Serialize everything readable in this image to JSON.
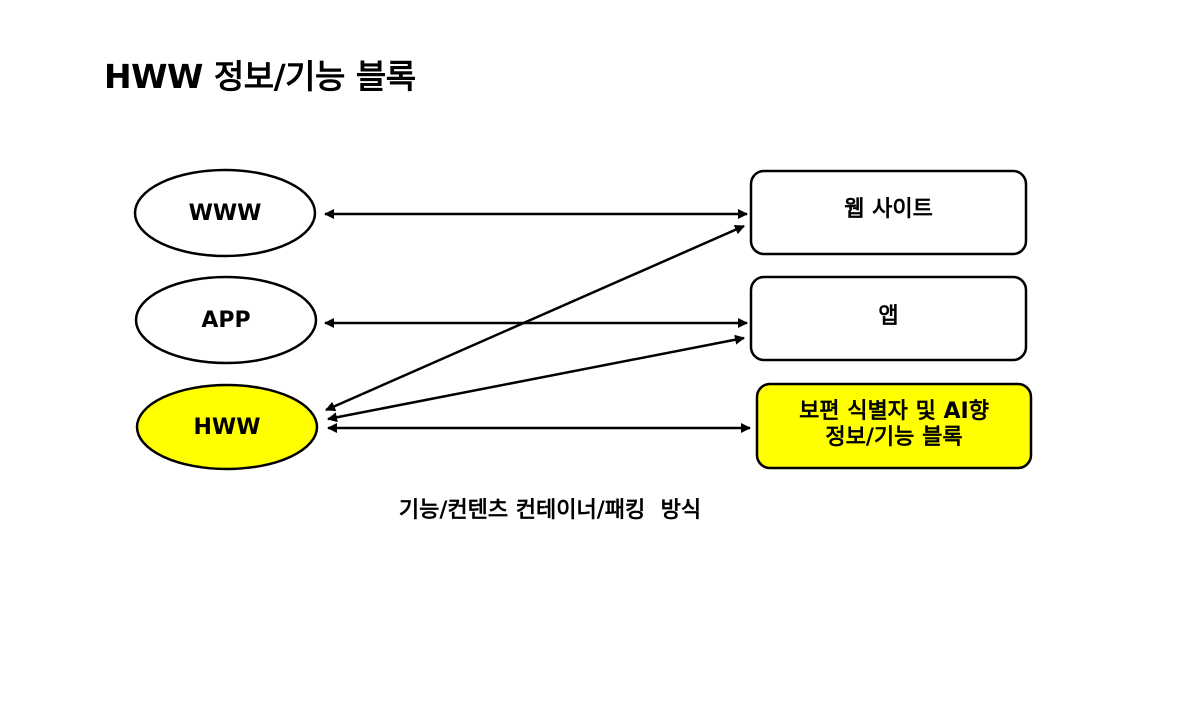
{
  "title": "HWW 정보/기능 블록",
  "colors": {
    "highlight": "#ffff00",
    "stroke": "#000000",
    "background": "#ffffff"
  },
  "left_nodes": [
    {
      "id": "www",
      "label": "WWW",
      "shape": "ellipse",
      "fill": "#ffffff"
    },
    {
      "id": "app",
      "label": "APP",
      "shape": "ellipse",
      "fill": "#ffffff"
    },
    {
      "id": "hww",
      "label": "HWW",
      "shape": "ellipse",
      "fill": "#ffff00"
    }
  ],
  "right_nodes": [
    {
      "id": "website",
      "label": "웹 사이트",
      "shape": "rounded-rect",
      "fill": "#ffffff"
    },
    {
      "id": "app-kr",
      "label": "앱",
      "shape": "rounded-rect",
      "fill": "#ffffff"
    },
    {
      "id": "universal",
      "label_line1": "보편 식별자 및 AI향",
      "label_line2": "정보/기능 블록",
      "shape": "rounded-rect",
      "fill": "#ffff00"
    }
  ],
  "connections": [
    {
      "from": "www",
      "to": "website",
      "direction": "both"
    },
    {
      "from": "app",
      "to": "app-kr",
      "direction": "both"
    },
    {
      "from": "hww",
      "to": "website",
      "direction": "both"
    },
    {
      "from": "hww",
      "to": "app-kr",
      "direction": "both"
    },
    {
      "from": "hww",
      "to": "universal",
      "direction": "both"
    }
  ],
  "caption": "기능/컨텐츠 컨테이너/패킹  방식"
}
